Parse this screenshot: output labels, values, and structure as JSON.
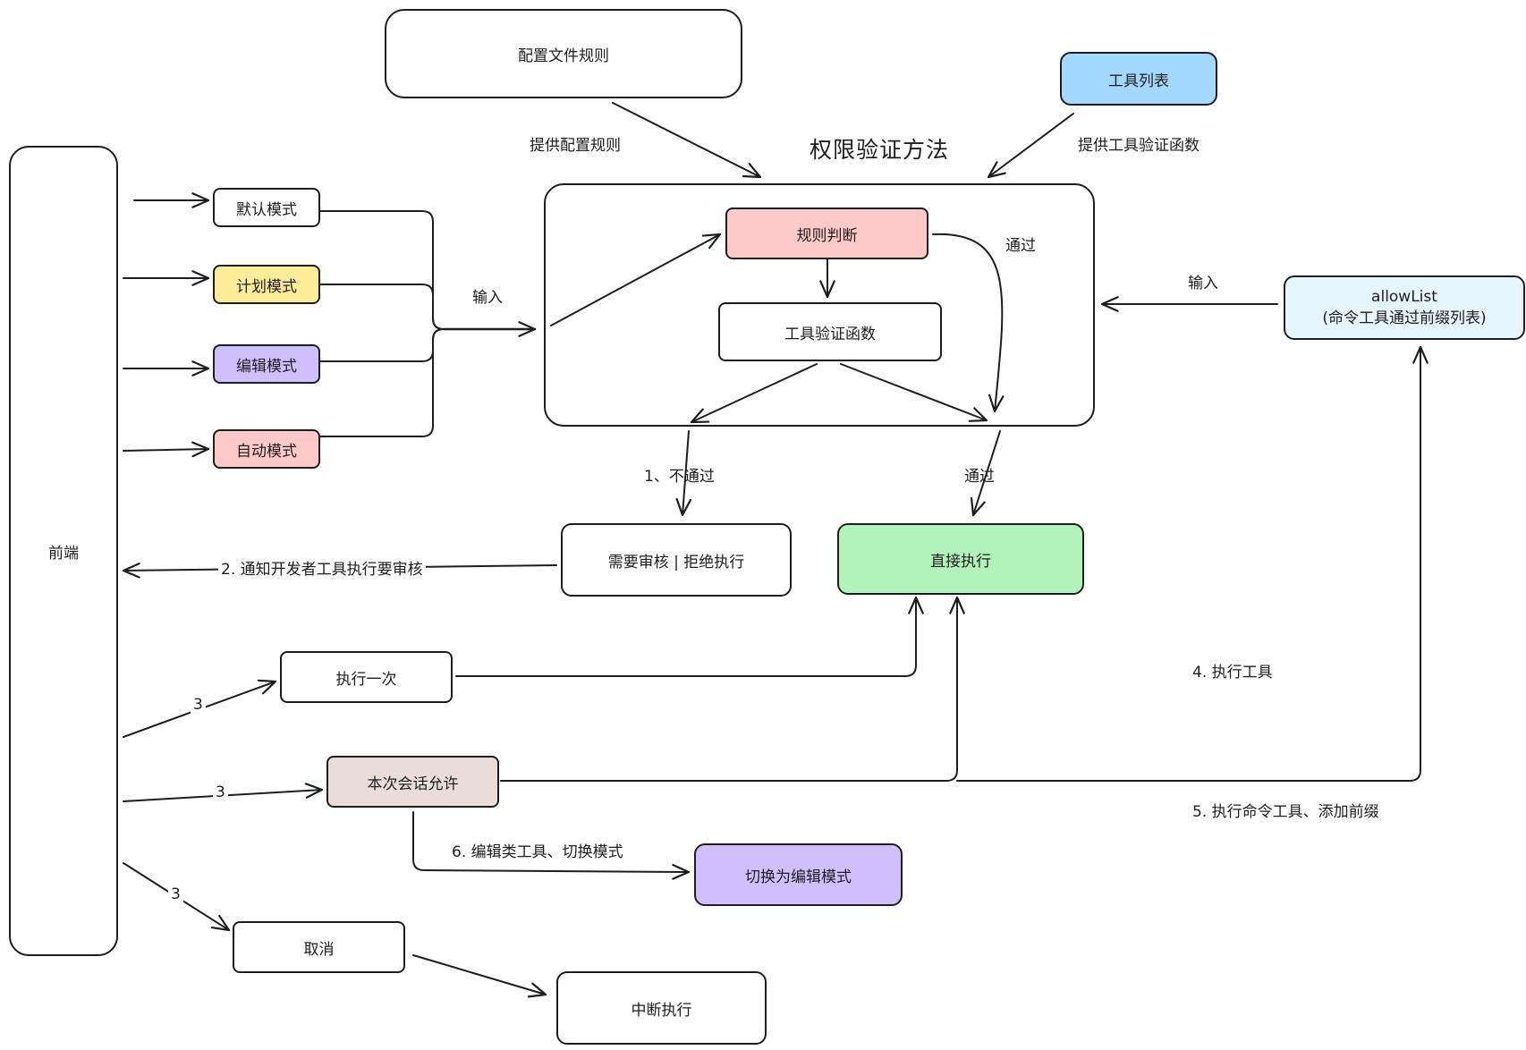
{
  "title": "权限验证方法",
  "colors": {
    "stroke": "#1e1e1e",
    "yellow": "#ffec99",
    "purple": "#d0bfff",
    "red": "#ffc9c9",
    "blue": "#a5d8ff",
    "light_blue": "#e7f5ff",
    "green": "#b2f2bb",
    "beige": "#eaddd7"
  },
  "nodes": {
    "config_rules": "配置文件规则",
    "tool_list": "工具列表",
    "frontend": "前端",
    "default_mode": "默认模式",
    "plan_mode": "计划模式",
    "edit_mode": "编辑模式",
    "auto_mode": "自动模式",
    "rule_judge": "规则判断",
    "tool_verify": "工具验证函数",
    "allowlist_line1": "allowList",
    "allowlist_line2": "(命令工具通过前缀列表)",
    "need_review": "需要审核 | 拒绝执行",
    "direct_exec": "直接执行",
    "exec_once": "执行一次",
    "session_allow": "本次会话允许",
    "switch_edit": "切换为编辑模式",
    "cancel": "取消",
    "abort_exec": "中断执行"
  },
  "labels": {
    "provide_config": "提供配置规则",
    "provide_tool_func": "提供工具验证函数",
    "input_left": "输入",
    "input_right": "输入",
    "pass_inner": "通过",
    "not_pass": "1、不通过",
    "pass_outer": "通过",
    "notify_dev": "2. 通知开发者工具执行要审核",
    "exec_tool": "4. 执行工具",
    "exec_cmd": "5. 执行命令工具、添加前缀",
    "edit_switch": "6. 编辑类工具、切换模式",
    "three_a": "3",
    "three_b": "3",
    "three_c": "3"
  }
}
